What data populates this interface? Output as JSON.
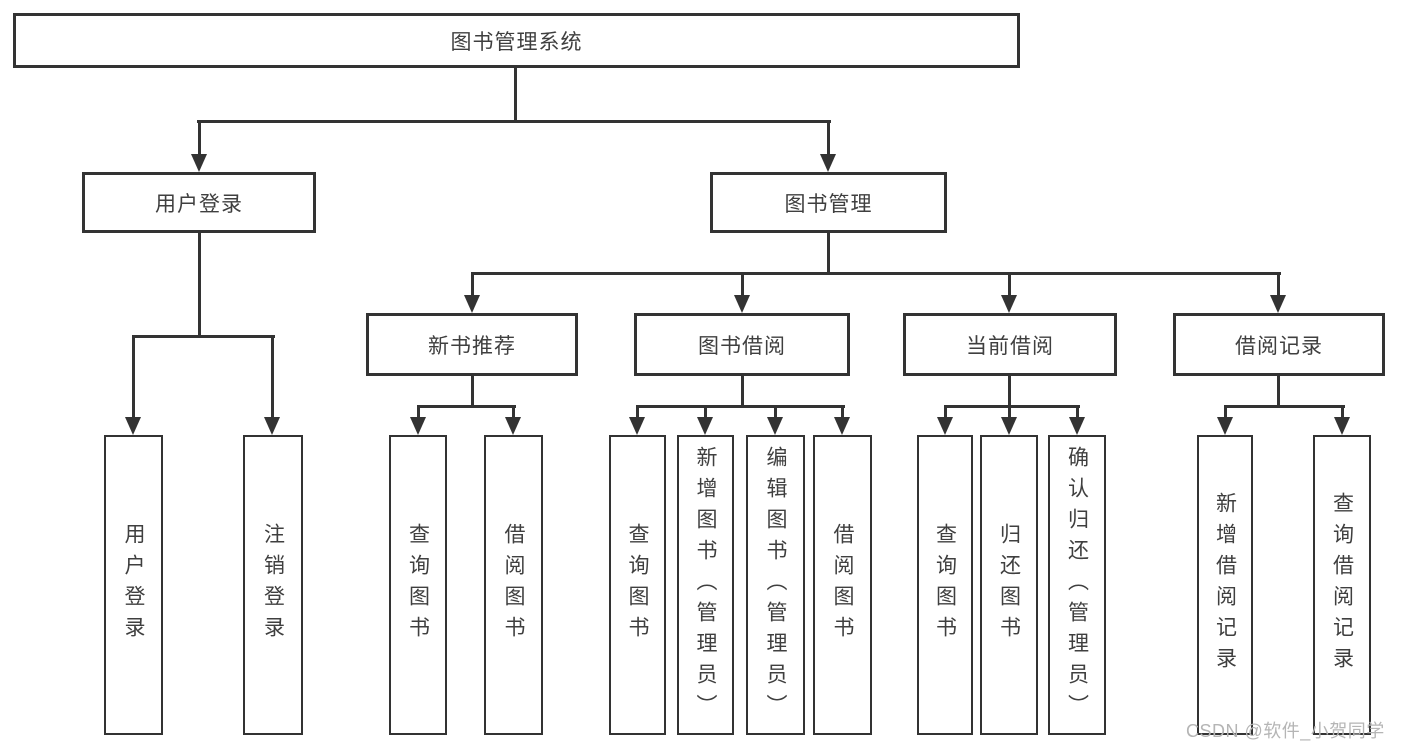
{
  "diagram": {
    "colors": {
      "line": "#333333",
      "text": "#3f3f3f",
      "watermark": "#b5b5b5",
      "background": "#ffffff"
    },
    "watermark": "CSDN @软件_小贺同学",
    "nodes": {
      "root": {
        "label": "图书管理系统"
      },
      "user_login": {
        "label": "用户登录"
      },
      "book_mgmt": {
        "label": "图书管理"
      },
      "new_book_rec": {
        "label": "新书推荐"
      },
      "book_borrow": {
        "label": "图书借阅"
      },
      "current_borrow": {
        "label": "当前借阅"
      },
      "borrow_records": {
        "label": "借阅记录"
      },
      "leaf_user_login": {
        "label": "用户登录"
      },
      "leaf_logout": {
        "label": "注销登录"
      },
      "leaf_query_books_1": {
        "label": "查询图书"
      },
      "leaf_borrow_books_1": {
        "label": "借阅图书"
      },
      "leaf_query_books_2": {
        "label": "查询图书"
      },
      "leaf_add_books": {
        "label": "新增图书（管理员）"
      },
      "leaf_edit_books": {
        "label": "编辑图书（管理员）"
      },
      "leaf_borrow_books_2": {
        "label": "借阅图书"
      },
      "leaf_query_books_3": {
        "label": "查询图书"
      },
      "leaf_return_books": {
        "label": "归还图书"
      },
      "leaf_confirm_return": {
        "label": "确认归还（管理员）"
      },
      "leaf_add_borrow_record": {
        "label": "新增借阅记录"
      },
      "leaf_query_borrow_record": {
        "label": "查询借阅记录"
      }
    },
    "hierarchy": {
      "图书管理系统": {
        "用户登录": [
          "用户登录",
          "注销登录"
        ],
        "图书管理": {
          "新书推荐": [
            "查询图书",
            "借阅图书"
          ],
          "图书借阅": [
            "查询图书",
            "新增图书（管理员）",
            "编辑图书（管理员）",
            "借阅图书"
          ],
          "当前借阅": [
            "查询图书",
            "归还图书",
            "确认归还（管理员）"
          ],
          "借阅记录": [
            "新增借阅记录",
            "查询借阅记录"
          ]
        }
      }
    }
  }
}
